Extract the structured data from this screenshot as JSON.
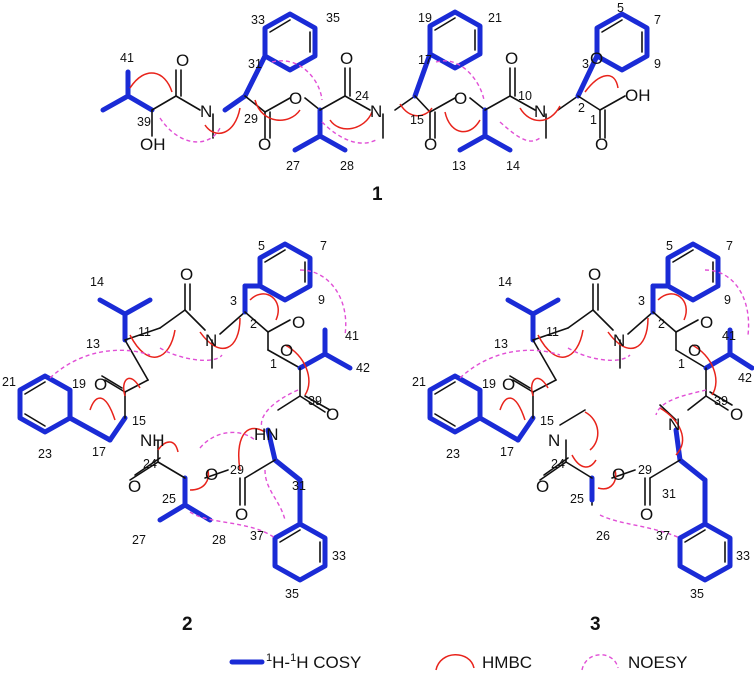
{
  "compounds": [
    {
      "label": "1",
      "atoms": [
        "O",
        "N",
        "O",
        "O",
        "N",
        "O",
        "O",
        "N",
        "O",
        "OH",
        "O",
        "O",
        "O",
        "OH"
      ],
      "numbers": [
        "41",
        "39",
        "31",
        "33",
        "35",
        "29",
        "27",
        "28",
        "24",
        "17",
        "19",
        "21",
        "15",
        "13",
        "14",
        "10",
        "3",
        "5",
        "7",
        "9",
        "2",
        "1"
      ]
    },
    {
      "label": "2",
      "atoms": [
        "O",
        "N",
        "O",
        "O",
        "O",
        "NH",
        "O",
        "O",
        "O",
        "HN",
        "O"
      ],
      "numbers": [
        "14",
        "13",
        "11",
        "5",
        "7",
        "3",
        "2",
        "9",
        "41",
        "1",
        "42",
        "39",
        "21",
        "19",
        "15",
        "17",
        "23",
        "24",
        "29",
        "31",
        "25",
        "27",
        "28",
        "37",
        "33",
        "35"
      ]
    },
    {
      "label": "3",
      "atoms": [
        "O",
        "N",
        "O",
        "O",
        "O",
        "N",
        "O",
        "O",
        "O",
        "N",
        "O"
      ],
      "numbers": [
        "14",
        "13",
        "11",
        "5",
        "7",
        "3",
        "2",
        "9",
        "41",
        "1",
        "42",
        "39",
        "21",
        "19",
        "15",
        "17",
        "23",
        "24",
        "29",
        "31",
        "25",
        "26",
        "37",
        "33",
        "35"
      ]
    }
  ],
  "legend": {
    "cosy_superscript": "1",
    "cosy_label": "H-",
    "cosy_superscript_2": "1",
    "cosy_label_2": "H COSY",
    "hmbc_label": "HMBC",
    "noesy_label": "NOESY"
  },
  "colors": {
    "cosy": "#1a2bd6",
    "hmbc": "#e8231b",
    "noesy": "#e14fd6",
    "bond": "#111111"
  }
}
